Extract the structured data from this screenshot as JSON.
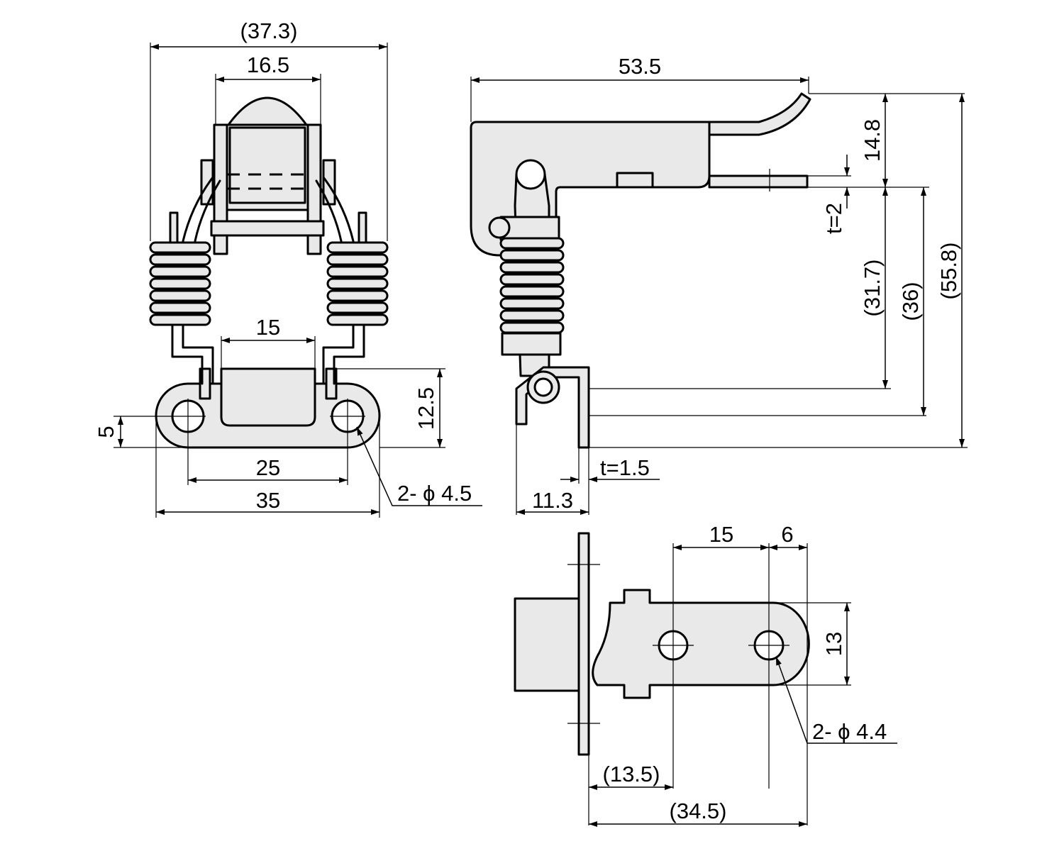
{
  "front_view": {
    "dims": {
      "overall_width": "(37.3)",
      "top_width": "16.5",
      "catch_width": "15",
      "base_height": "12.5",
      "hole_offset": "5",
      "hole_pitch": "25",
      "base_width": "35",
      "holes": "2- ϕ 4.5"
    }
  },
  "side_view": {
    "dims": {
      "length": "53.5",
      "lever_height": "14.8",
      "plate_thickness": "t=2",
      "height_a": "(31.7)",
      "height_b": "(36)",
      "height_total": "(55.8)",
      "bracket_thickness": "t=1.5",
      "bracket_depth": "11.3"
    }
  },
  "keeper_view": {
    "dims": {
      "hole_pitch": "15",
      "end_offset": "6",
      "width": "13",
      "holes": "2- ϕ 4.4",
      "hole_offset": "(13.5)",
      "total_length": "(34.5)"
    }
  }
}
